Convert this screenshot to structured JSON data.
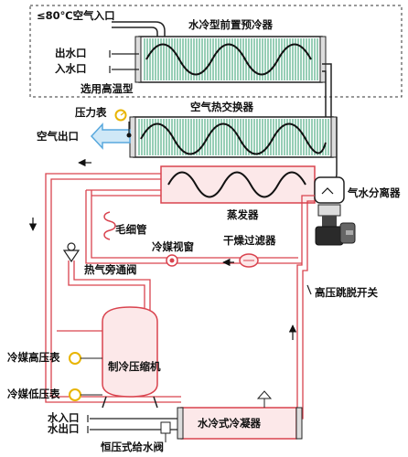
{
  "diagram": {
    "labels": {
      "air_inlet_80c": "≤80℃空气入口",
      "water_precooler": "水冷型前置预冷器",
      "water_outlet_top": "出水口",
      "water_inlet_top": "入水口",
      "high_temp_option": "选用高温型",
      "pressure_gauge": "压力表",
      "air_heat_exchanger": "空气热交换器",
      "air_outlet": "空气出口",
      "water_separator": "气水分离器",
      "evaporator": "蒸发器",
      "capillary": "毛细管",
      "sight_glass": "冷媒视窗",
      "drier_filter": "干燥过滤器",
      "hot_gas_bypass": "热气旁通阀",
      "high_pressure_switch": "高压跳脱开关",
      "refrigerant_high_gauge": "冷媒高压表",
      "compressor": "制冷压缩机",
      "refrigerant_low_gauge": "冷媒低压表",
      "water_inlet_bottom": "水入口",
      "water_outlet_bottom": "水出口",
      "water_condenser": "水冷式冷凝器",
      "constant_pressure_valve": "恒压式给水阀"
    },
    "colors": {
      "refrigerant_pipe": "#d9434e",
      "heat_exchanger_fill": "#2f9e6e",
      "coil": "#111111",
      "outline": "#222222",
      "gauge": "#e8b400",
      "air_outlet_arrow": "#58a8dd"
    }
  }
}
